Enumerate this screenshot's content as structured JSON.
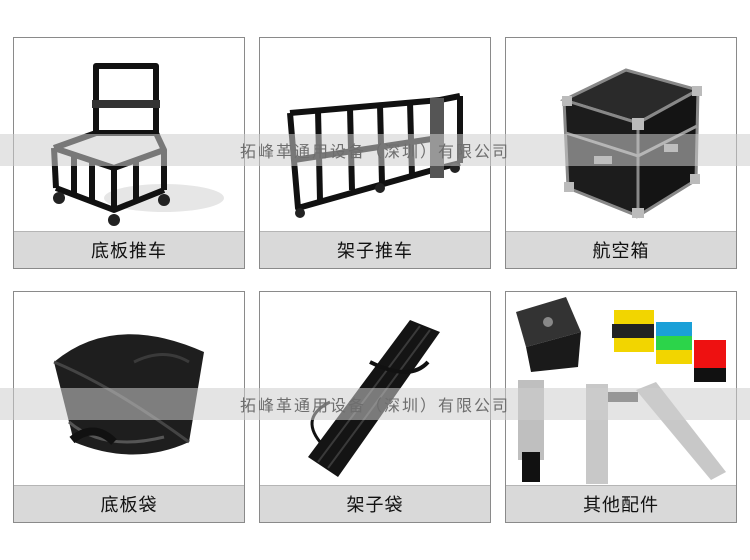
{
  "watermark": "拓峰革通用设备（深圳）有限公司",
  "products": [
    {
      "label": "底板推车"
    },
    {
      "label": "架子推车"
    },
    {
      "label": "航空箱"
    },
    {
      "label": "底板袋"
    },
    {
      "label": "架子袋"
    },
    {
      "label": "其他配件"
    }
  ]
}
